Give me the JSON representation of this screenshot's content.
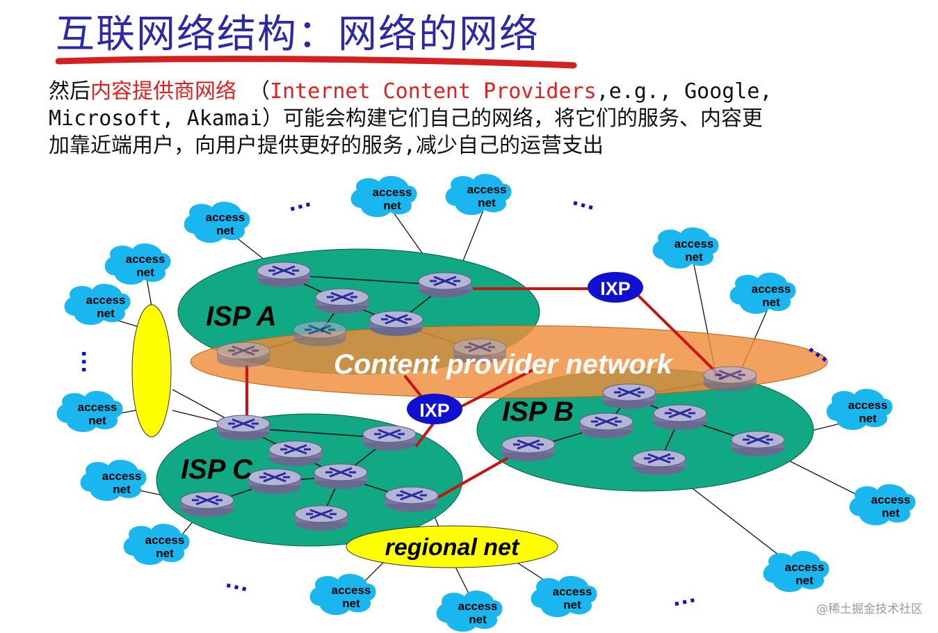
{
  "title": "互联网络结构：网络的网络",
  "paragraph": {
    "line1_prefix": "然后",
    "line1_highlight": "内容提供商网络",
    "line1_paren_open": " （",
    "line1_english": "Internet Content Providers",
    "line1_suffix": ",e.g., Google,",
    "line2": "Microsoft, Akamai）可能会构建它们自己的网络，将它们的服务、内容更",
    "line3": "加靠近端用户，向用户提供更好的服务,减少自己的运营支出"
  },
  "diagram": {
    "isp_a": "ISP A",
    "isp_b": "ISP B",
    "isp_c": "ISP C",
    "ixp_1": "IXP",
    "ixp_2": "IXP",
    "content_provider": "Content provider network",
    "regional_net": "regional net",
    "access_line1": "access",
    "access_line2": "net",
    "ellipsis": "…",
    "colors": {
      "isp_fill": "#11a884",
      "cpn_fill": "#f08c3a",
      "ixp_fill": "#1010d0",
      "regional_fill": "#ffff00",
      "access_fill": "#1ab6f0",
      "link_red": "#cc1111"
    }
  },
  "watermark": "@稀土掘金技术社区"
}
